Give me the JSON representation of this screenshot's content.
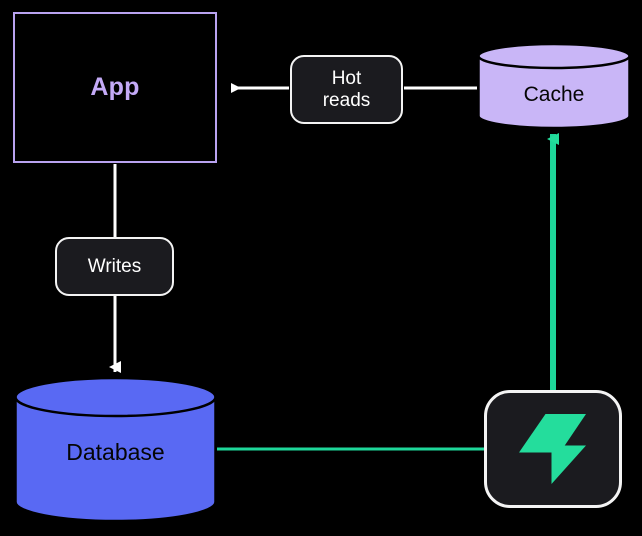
{
  "diagram": {
    "background_color": "#000000",
    "type": "architecture-flow",
    "nodes": [
      {
        "id": "app",
        "label": "App",
        "shape": "rectangle",
        "fill": "#000000",
        "stroke": "#b9a3f0",
        "text_color": "#c4aaf7"
      },
      {
        "id": "cache",
        "label": "Cache",
        "shape": "cylinder",
        "fill": "#c9b6f7",
        "stroke": "#000000",
        "text_color": "#050505"
      },
      {
        "id": "database",
        "label": "Database",
        "shape": "cylinder",
        "fill": "#5969f3",
        "stroke": "#000000",
        "text_color": "#050505"
      },
      {
        "id": "bolt",
        "label": "",
        "icon": "lightning-bolt-icon",
        "shape": "rounded-square",
        "fill": "#1b1b1f",
        "stroke": "#f4f4f4",
        "icon_color": "#24dd9c"
      }
    ],
    "edge_labels": {
      "hot_reads": "Hot\nreads",
      "hot_reads_line1": "Hot",
      "hot_reads_line2": "reads",
      "writes": "Writes"
    },
    "edges": [
      {
        "id": "cache-to-app",
        "from": "cache",
        "to": "app",
        "label": "Hot reads",
        "color": "#ffffff",
        "arrow": "end"
      },
      {
        "id": "app-to-database",
        "from": "app",
        "to": "database",
        "label": "Writes",
        "color": "#ffffff",
        "arrow": "end"
      },
      {
        "id": "database-to-bolt",
        "from": "database",
        "to": "bolt",
        "label": "",
        "color": "#1ed79a",
        "arrow": "none"
      },
      {
        "id": "bolt-to-cache",
        "from": "bolt",
        "to": "cache",
        "label": "",
        "color": "#1ed79a",
        "arrow": "end"
      }
    ],
    "colors": {
      "white": "#ffffff",
      "green": "#1ed79a",
      "purple_border": "#b9a3f0",
      "purple_text": "#c4aaf7",
      "cache_fill": "#c9b6f7",
      "database_fill": "#5969f3",
      "node_dark": "#1b1b1f"
    }
  }
}
